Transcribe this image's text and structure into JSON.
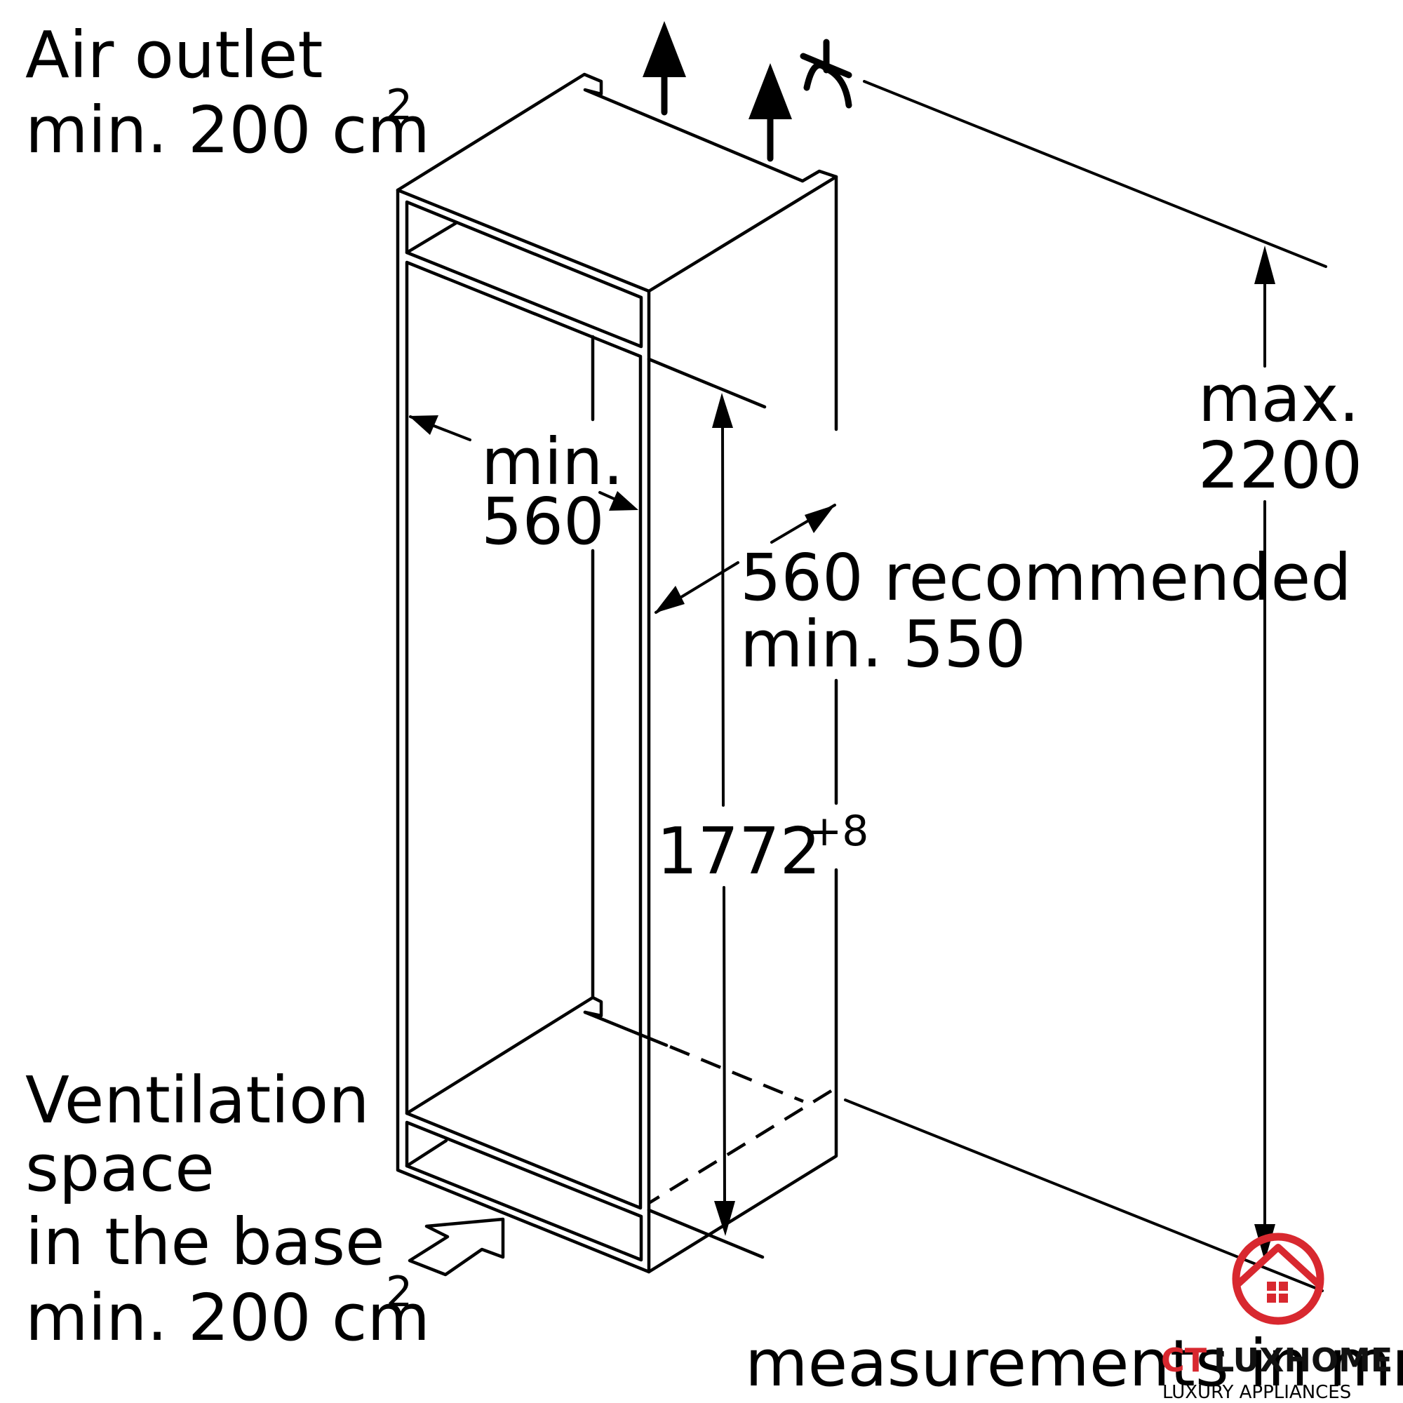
{
  "labels": {
    "air_outlet_line1": "Air outlet",
    "air_outlet_line2": "min. 200 cm",
    "air_outlet_sup": "2",
    "ventilation_line1": "Ventilation",
    "ventilation_line2": "space",
    "ventilation_line3": "in the base",
    "ventilation_line4": "min. 200 cm",
    "ventilation_sup": "2",
    "width_min_line1": "min.",
    "width_min_line2": "560",
    "depth_line1": "560 recommended",
    "depth_line2": "min. 550",
    "height_value": "1772",
    "height_tolerance": "+8",
    "max_line1": "max.",
    "max_line2": "2200",
    "footer": "measurements in mm"
  },
  "logo": {
    "brand_part1": "CT",
    "brand_part2": "LUXHOME",
    "tagline": "LUXURY APPLIANCES",
    "accent_color": "#d8282f"
  }
}
